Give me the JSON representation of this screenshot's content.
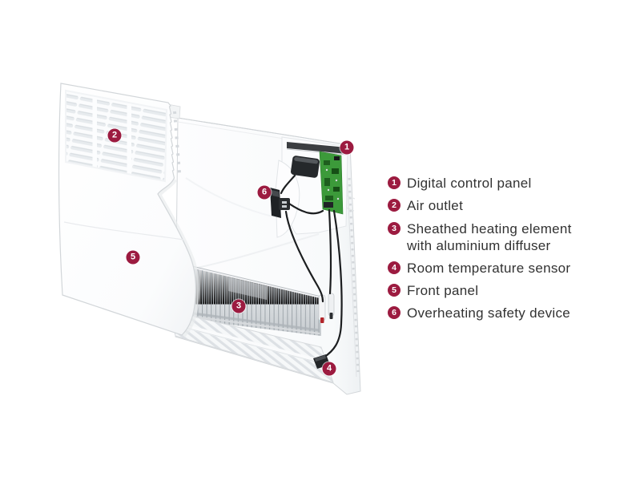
{
  "colors": {
    "badge": "#9c1b40",
    "legend_text": "#323232",
    "pcb_green": "#3c9a3a",
    "wire_black": "#1c1e20",
    "panel_white": "#fdfdfe"
  },
  "callouts": {
    "items": [
      {
        "number": "1",
        "label": "Digital control panel"
      },
      {
        "number": "2",
        "label": "Air outlet"
      },
      {
        "number": "3",
        "label": "Sheathed heating element",
        "label_line2": "with aluminium diffuser"
      },
      {
        "number": "4",
        "label": "Room temperature sensor"
      },
      {
        "number": "5",
        "label": "Front panel"
      },
      {
        "number": "6",
        "label": "Overheating safety device"
      }
    ]
  }
}
